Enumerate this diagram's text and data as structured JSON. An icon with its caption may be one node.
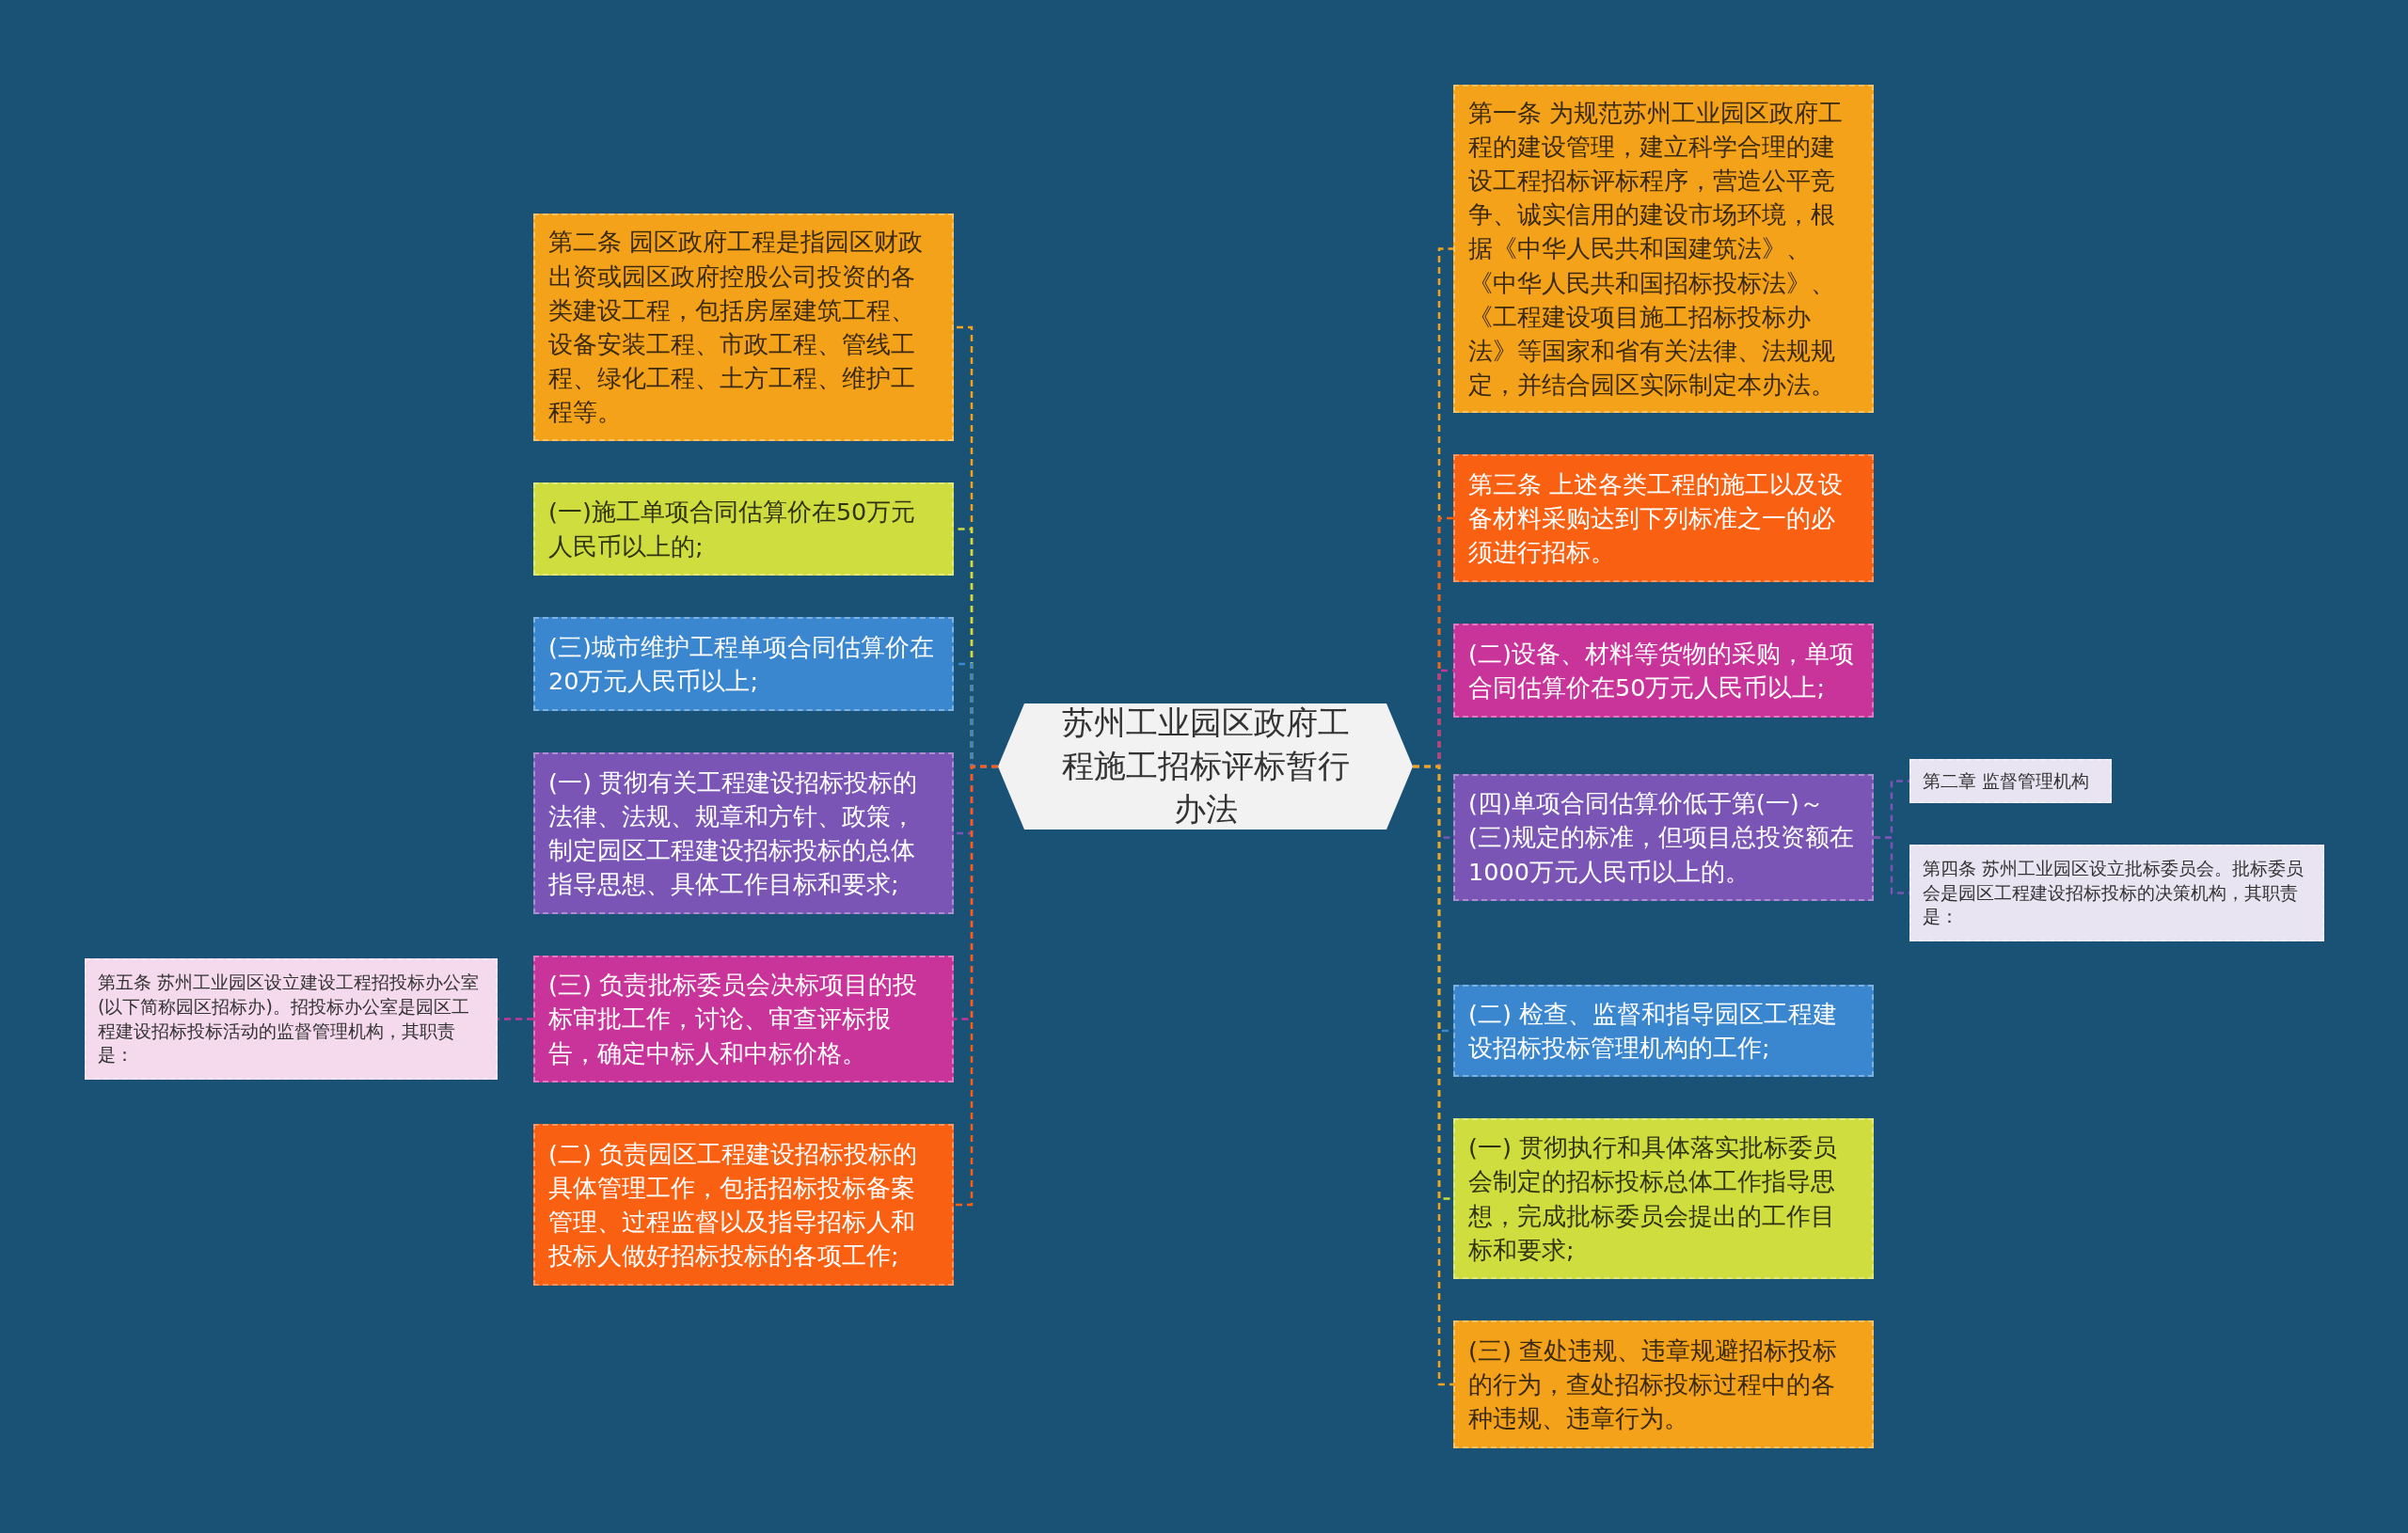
{
  "diagram": {
    "nodes": [
      {
        "text": [
          "苏州工业园区政府工程施工招标评标暂行办法"
        ]
      },
      {
        "text": [
          "第二条 园区政府工程是指园区财政出资或园区政府控股公司投资的各类建设工程，包括房屋建筑工程、设备安装工程、市政工程、管线工程、绿化工程、土方工程、维护工程等。"
        ]
      },
      {
        "text": [
          "(一)施工单项合同估算价在50万元人民币以上的;"
        ]
      },
      {
        "text": [
          "(三)城市维护工程单项合同估算价在20万元人民币以上;"
        ]
      },
      {
        "text": [
          "(一) 贯彻有关工程建设招标投标的法律、法规、规章和方针、政策，制定园区工程建设招标投标的总体指导思想、具体工作目标和要求;"
        ]
      },
      {
        "text": [
          "(三) 负责批标委员会决标项目的投标审批工作，讨论、审查评标报告，确定中标人和中标价格。"
        ]
      },
      {
        "text": [
          "(二) 负责园区工程建设招标投标的具体管理工作，包括招标投标备案管理、过程监督以及指导招标人和投标人做好招标投标的各项工作;"
        ]
      },
      {
        "text": [
          "第五条 苏州工业园区设立建设工程招投标办公室(以下简称园区招标办)。招投标办公室是园区工程建设招标投标活动的监督管理机构，其职责是："
        ]
      },
      {
        "text": [
          "第一条 为规范苏州工业园区政府工程的建设管理，建立科学合理的建设工程招标评标程序，营造公平竞争、诚实信用的建设市场环境，根据《中华人民共和国建筑法》、《中华人民共和国招标投标法》、《工程建设项目施工招标投标办法》等国家和省有关法律、法规规定，并结合园区实际制定本办法。"
        ]
      },
      {
        "text": [
          "第三条 上述各类工程的施工以及设备材料采购达到下列标准之一的必须进行招标。"
        ]
      },
      {
        "text": [
          "(二)设备、材料等货物的采购，单项合同估算价在50万元人民币以上;"
        ]
      },
      {
        "text": [
          "(四)单项合同估算价低于第(一)～(三)规定的标准，但项目总投资额在1000万元人民币以上的。"
        ]
      },
      {
        "text": [
          "(二) 检查、监督和指导园区工程建设招标投标管理机构的工作;"
        ]
      },
      {
        "text": [
          "(一) 贯彻执行和具体落实批标委员会制定的招标投标总体工作指导思想，完成批标委员会提出的工作目标和要求;"
        ]
      },
      {
        "text": [
          "(三) 查处违规、违章规避招标投标的行为，查处招标投标过程中的各种违规、违章行为。"
        ]
      },
      {
        "text": [
          "第二章 监督管理机构"
        ]
      },
      {
        "text": [
          "第四条 苏州工业园区设立批标委员会。批标委员会是园区工程建设招标投标的决策机构，其职责是："
        ]
      }
    ],
    "edges": [
      {
        "from": 0,
        "to": 1,
        "arrow": "none",
        "style": "dashed",
        "color": "#f5a21b"
      },
      {
        "from": 0,
        "to": 2,
        "arrow": "none",
        "style": "dashed",
        "color": "#cfdd3f"
      },
      {
        "from": 0,
        "to": 3,
        "arrow": "none",
        "style": "dashed",
        "color": "#3a87d0"
      },
      {
        "from": 0,
        "to": 4,
        "arrow": "none",
        "style": "dashed",
        "color": "#7a55b5"
      },
      {
        "from": 0,
        "to": 5,
        "arrow": "none",
        "style": "dashed",
        "color": "#c9349a"
      },
      {
        "from": 0,
        "to": 6,
        "arrow": "none",
        "style": "dashed",
        "color": "#fa6012"
      },
      {
        "from": 5,
        "to": 7,
        "arrow": "none",
        "style": "dashed",
        "color": "#c9349a"
      },
      {
        "from": 0,
        "to": 8,
        "arrow": "none",
        "style": "dashed",
        "color": "#f5a21b"
      },
      {
        "from": 0,
        "to": 9,
        "arrow": "none",
        "style": "dashed",
        "color": "#fa6012"
      },
      {
        "from": 0,
        "to": 10,
        "arrow": "none",
        "style": "dashed",
        "color": "#c9349a"
      },
      {
        "from": 0,
        "to": 11,
        "arrow": "none",
        "style": "dashed",
        "color": "#7a55b5"
      },
      {
        "from": 0,
        "to": 12,
        "arrow": "none",
        "style": "dashed",
        "color": "#3a87d0"
      },
      {
        "from": 0,
        "to": 13,
        "arrow": "none",
        "style": "dashed",
        "color": "#cfdd3f"
      },
      {
        "from": 0,
        "to": 14,
        "arrow": "none",
        "style": "dashed",
        "color": "#f5a21b"
      },
      {
        "from": 11,
        "to": 15,
        "arrow": "none",
        "style": "dashed",
        "color": "#7a55b5"
      },
      {
        "from": 11,
        "to": 16,
        "arrow": "none",
        "style": "dashed",
        "color": "#7a55b5"
      }
    ]
  }
}
